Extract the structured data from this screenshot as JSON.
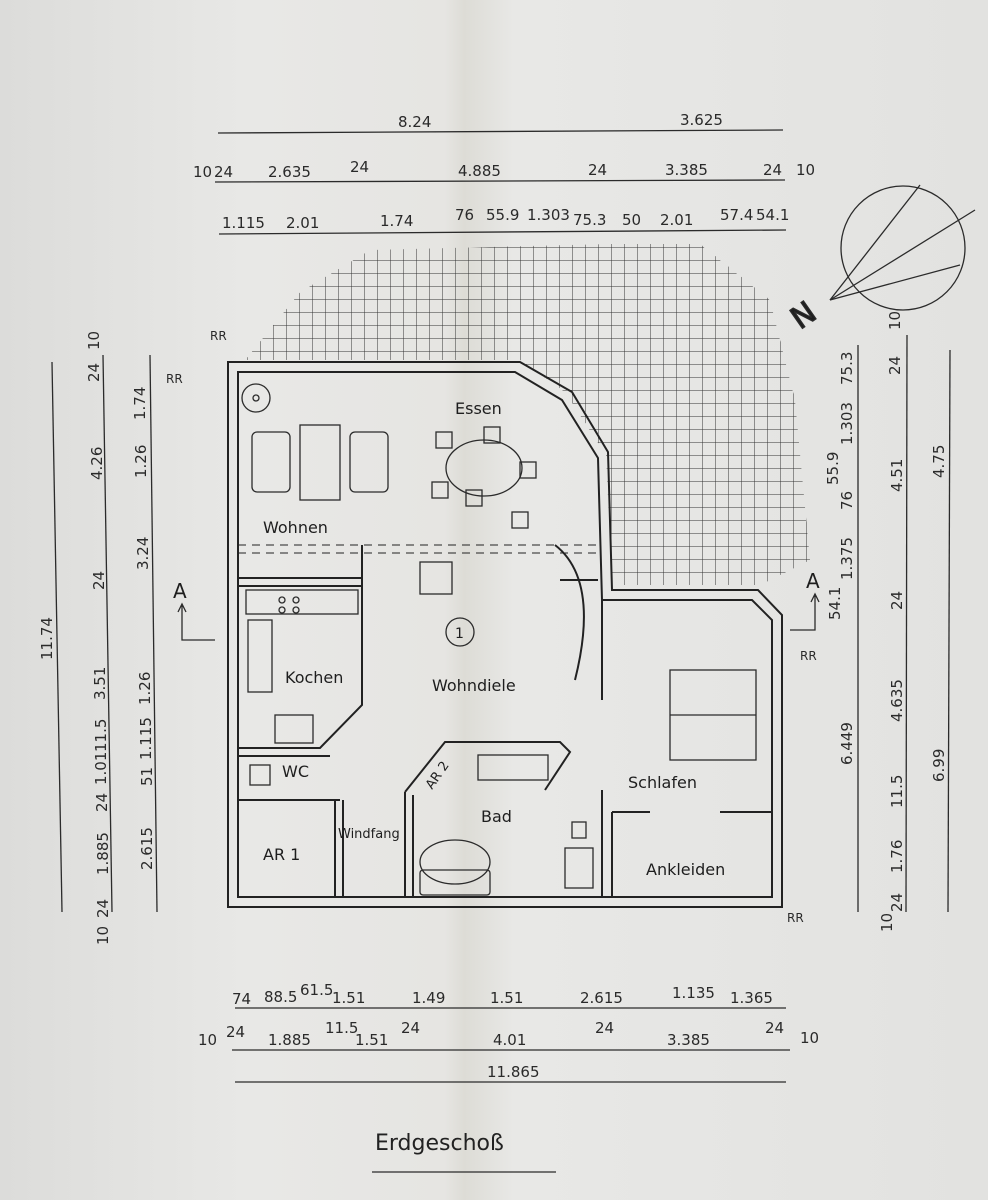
{
  "title": "Erdgeschoß",
  "rooms": {
    "wohnen": "Wohnen",
    "essen": "Essen",
    "kochen": "Kochen",
    "wohndiele": "Wohndiele",
    "schlafen": "Schlafen",
    "bad": "Bad",
    "wc": "WC",
    "ar1": "AR 1",
    "ar2": "AR 2",
    "windfang": "Windfang",
    "ankleiden": "Ankleiden",
    "stair_marker": "1"
  },
  "markers": {
    "section": "A",
    "rr": "RR",
    "north": "N"
  },
  "dimensions": {
    "top_overall": [
      "8.24",
      "3.625"
    ],
    "top_walls": [
      "10",
      "24",
      "2.635",
      "24",
      "4.885",
      "24",
      "3.385",
      "24",
      "10"
    ],
    "top_openings": [
      "1.115",
      "2.01",
      "1.74",
      "76",
      "55.9",
      "1.303",
      "75.3",
      "50",
      "2.01",
      "57.4",
      "54.1"
    ],
    "bottom_openings": [
      "74",
      "88.5",
      "61.5",
      "1.51",
      "1.49",
      "1.51",
      "2.615",
      "1.135",
      "1.365"
    ],
    "bottom_walls": [
      "10",
      "24",
      "1.885",
      "11.5",
      "1.51",
      "24",
      "4.01",
      "24",
      "3.385",
      "24",
      "10"
    ],
    "bottom_overall": "11.865",
    "left_overall": "11.74",
    "left_walls": [
      "10",
      "24",
      "4.26",
      "24",
      "3.51",
      "11.5",
      "1.01",
      "24",
      "1.885",
      "24",
      "10"
    ],
    "left_openings": [
      "1.74",
      "1.26",
      "3.24",
      "1.26",
      "1.115",
      "51",
      "2.615"
    ],
    "right_openings": [
      "75.3",
      "1.303",
      "55.9",
      "76",
      "1.375",
      "54.1",
      "6.449"
    ],
    "right_walls": [
      "10",
      "24",
      "4.51",
      "24",
      "4.635",
      "11.5",
      "1.76",
      "24",
      "10"
    ],
    "right_overall": [
      "4.75",
      "6.99"
    ]
  }
}
